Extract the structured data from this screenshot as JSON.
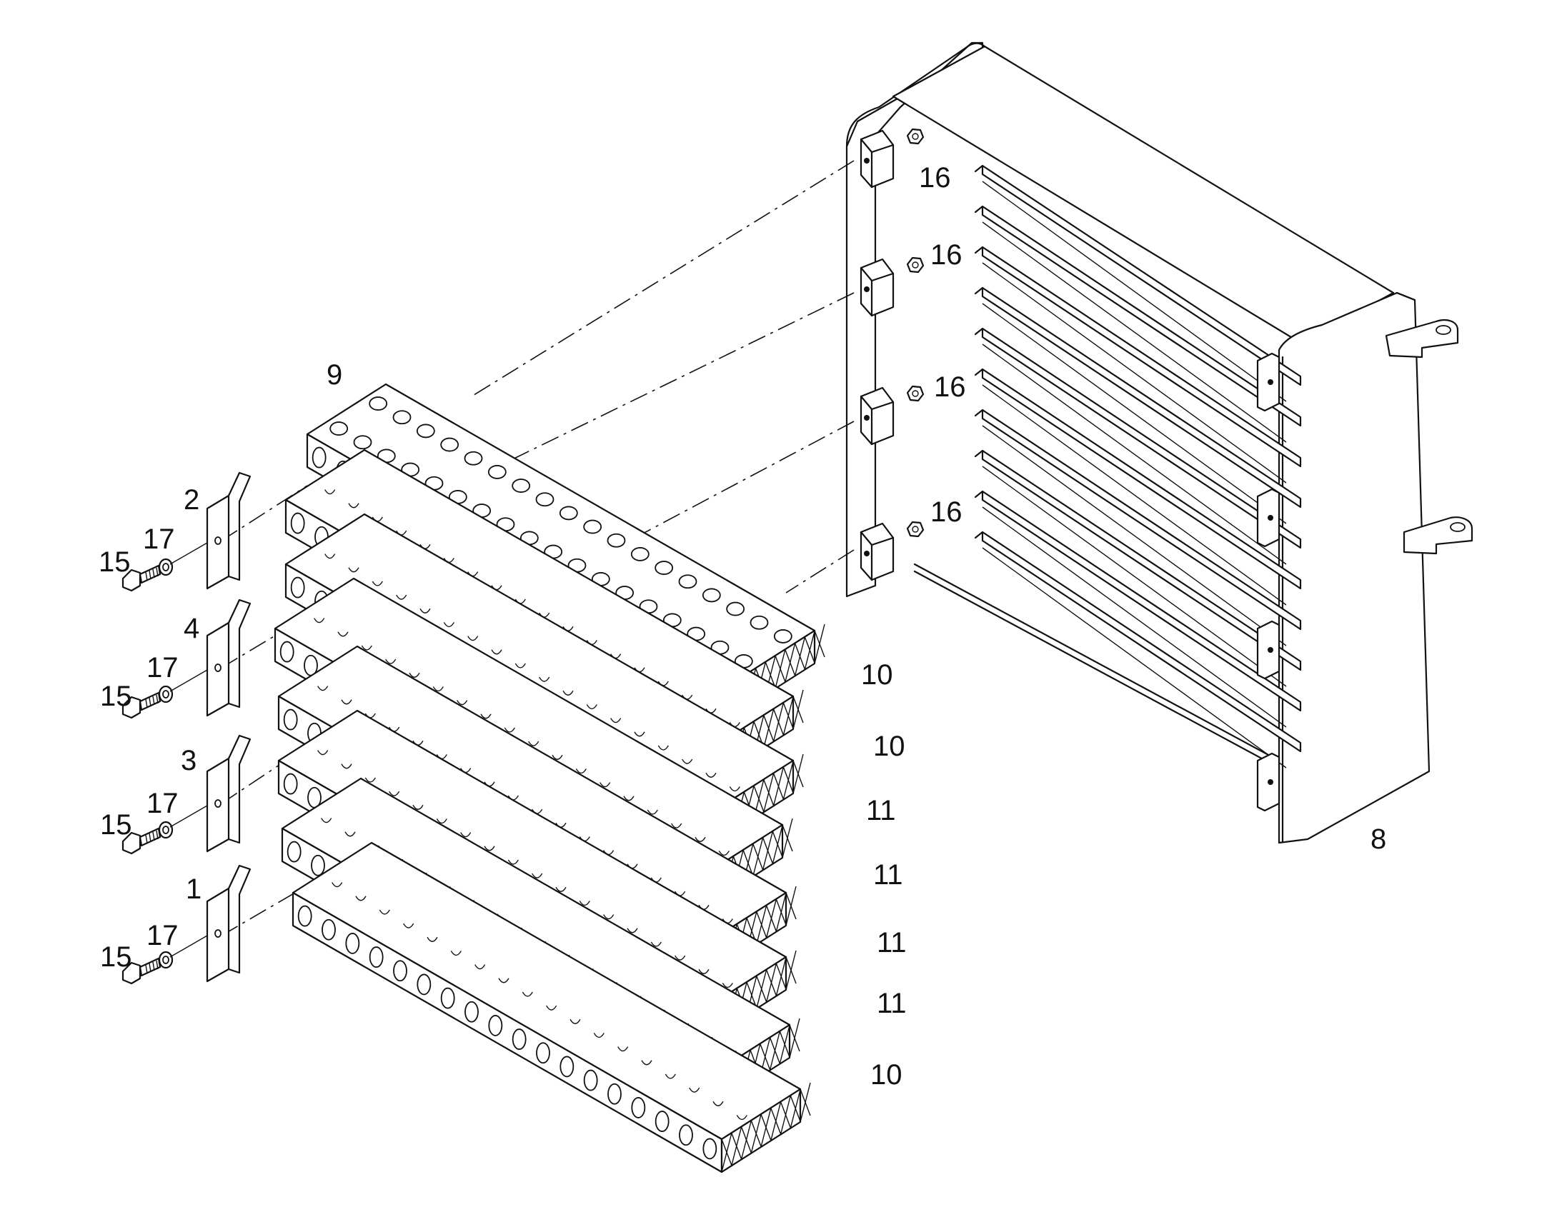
{
  "callouts": {
    "c1": "1",
    "c2": "2",
    "c3": "3",
    "c4": "4",
    "c8": "8",
    "c9": "9",
    "c10a": "10",
    "c10b": "10",
    "c10c": "10",
    "c11a": "11",
    "c11b": "11",
    "c11c": "11",
    "c11d": "11",
    "c15a": "15",
    "c15b": "15",
    "c15c": "15",
    "c15d": "15",
    "c16a": "16",
    "c16b": "16",
    "c16c": "16",
    "c16d": "16",
    "c17a": "17",
    "c17b": "17",
    "c17c": "17",
    "c17d": "17"
  },
  "colors": {
    "line": "#111111",
    "background": "#ffffff"
  }
}
